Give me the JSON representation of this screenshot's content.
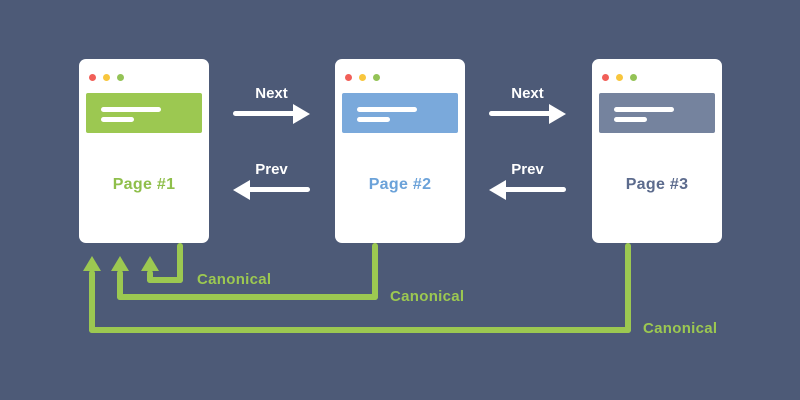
{
  "colors": {
    "background": "#4d5a77",
    "card": "#ffffff",
    "green": "#9cc851",
    "arrow_white": "#ffffff",
    "dot_red": "#f15f58",
    "dot_yellow": "#f8c63d",
    "dot_green": "#94c356"
  },
  "pages": [
    {
      "title": "Page #1",
      "header_color": "#9cc851",
      "title_color": "#8fbf4b"
    },
    {
      "title": "Page #2",
      "header_color": "#7aa9db",
      "title_color": "#6ba2d9"
    },
    {
      "title": "Page #3",
      "header_color": "#75839e",
      "title_color": "#5c6b8d"
    }
  ],
  "nav_arrows": [
    {
      "label": "Next",
      "direction": "right",
      "from": "Page #1",
      "to": "Page #2"
    },
    {
      "label": "Prev",
      "direction": "left",
      "from": "Page #2",
      "to": "Page #1"
    },
    {
      "label": "Next",
      "direction": "right",
      "from": "Page #2",
      "to": "Page #3"
    },
    {
      "label": "Prev",
      "direction": "left",
      "from": "Page #3",
      "to": "Page #2"
    }
  ],
  "canonical_arrows": [
    {
      "label": "Canonical",
      "from": "Page #1",
      "to": "Page #1"
    },
    {
      "label": "Canonical",
      "from": "Page #2",
      "to": "Page #1"
    },
    {
      "label": "Canonical",
      "from": "Page #3",
      "to": "Page #1"
    }
  ]
}
